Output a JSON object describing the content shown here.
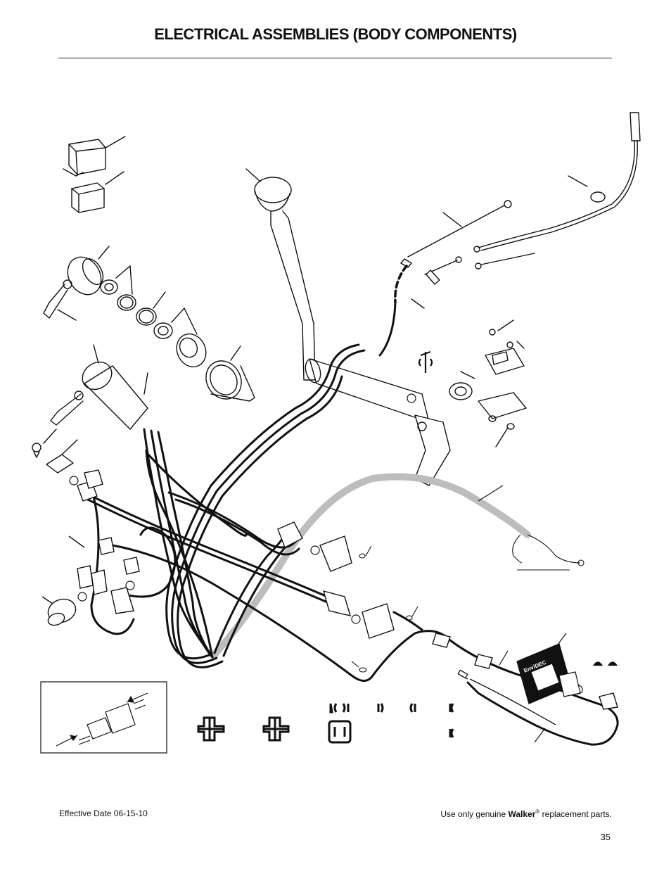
{
  "page": {
    "title": "ELECTRICAL ASSEMBLIES (BODY COMPONENTS)",
    "effective_date": "Effective Date 06-15-10",
    "tagline_prefix": "Use only genuine ",
    "tagline_brand": "Walker",
    "tagline_reg": "®",
    "tagline_suffix": " replacement parts.",
    "page_number": "35"
  },
  "diagram": {
    "hourmeter_brand": "EnviDEC"
  },
  "colors": {
    "ink": "#111111",
    "harness_gray": "#bdbdbd",
    "paper": "#ffffff"
  }
}
